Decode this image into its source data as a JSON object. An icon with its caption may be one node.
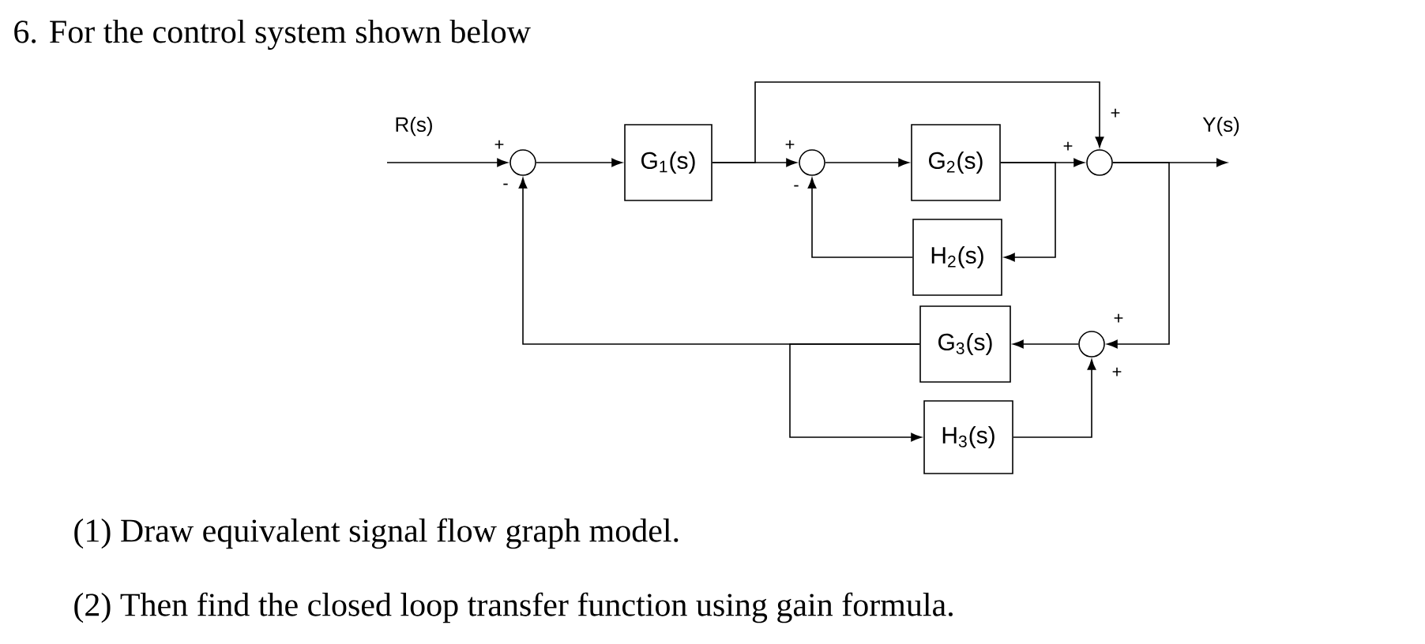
{
  "diagram": {
    "title": "6. For the control system shown below",
    "nodes": [
      {
        "text": [],
        "shape": "circle"
      },
      {
        "text": [
          "G$_{1}$(s)"
        ]
      },
      {
        "text": [],
        "shape": "circle"
      },
      {
        "text": [
          "G$_{2}$(s)"
        ]
      },
      {
        "text": [
          "H$_{2}$(s)"
        ]
      },
      {
        "text": [],
        "shape": "circle"
      },
      {
        "text": [
          "G$_{3}$(s)"
        ]
      },
      {
        "text": [],
        "shape": "circle"
      },
      {
        "text": [
          "H$_{3}$(s)"
        ]
      }
    ],
    "edges": [
      {
        "from": null,
        "to": 0,
        "arrow": "to",
        "label": "R(s)"
      },
      {
        "from": 0,
        "to": 1,
        "arrow": "to"
      },
      {
        "from": 1,
        "to": 2,
        "arrow": "to"
      },
      {
        "from": 1,
        "to": 5,
        "arrow": "to"
      },
      {
        "from": 2,
        "to": 3,
        "arrow": "to"
      },
      {
        "from": 3,
        "to": 5,
        "arrow": "to"
      },
      {
        "from": 3,
        "to": 4,
        "arrow": "to"
      },
      {
        "from": 4,
        "to": 2,
        "arrow": "to"
      },
      {
        "from": 5,
        "to": null,
        "arrow": "to",
        "label": "Y(s)"
      },
      {
        "from": 5,
        "to": 7,
        "arrow": "to"
      },
      {
        "from": 7,
        "to": 6,
        "arrow": "to"
      },
      {
        "from": 6,
        "to": 0,
        "arrow": "to"
      },
      {
        "from": 6,
        "to": 8,
        "arrow": "to"
      },
      {
        "from": 8,
        "to": 7,
        "arrow": "to"
      }
    ],
    "labels": [
      "+",
      "-",
      "+",
      "-",
      "+",
      "+",
      "+",
      "+",
      "(1) Draw equivalent signal flow graph model.",
      "(2) Then find the closed loop transfer function using gain formula."
    ]
  }
}
